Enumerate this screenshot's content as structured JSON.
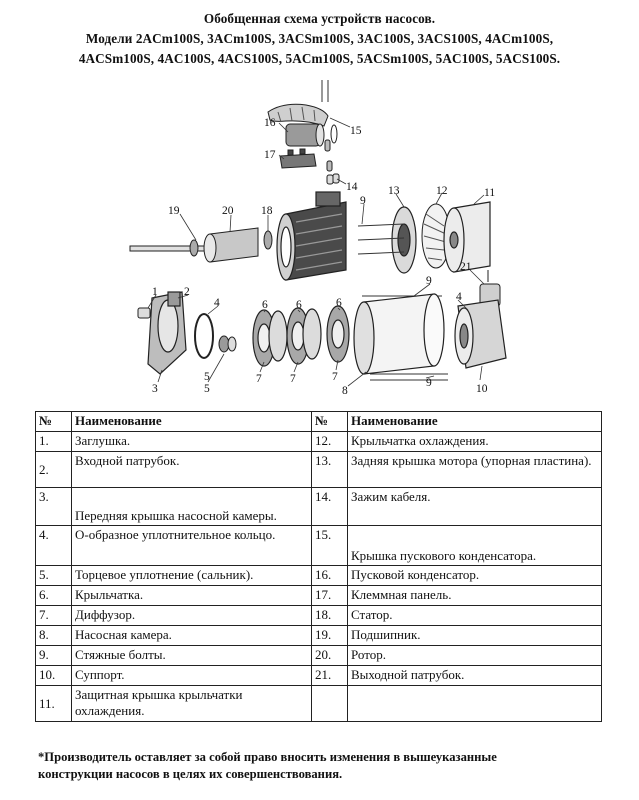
{
  "header": {
    "line1": "Обобщенная схема устройств насосов.",
    "line2": "Модели 2ACm100S, 3ACm100S, 3ACSm100S, 3AC100S, 3ACS100S, 4ACm100S,",
    "line3": "4ACSm100S, 4AC100S, 4ACS100S, 5ACm100S, 5ACSm100S, 5AC100S, 5ACS100S."
  },
  "diagram": {
    "labels": [
      "16",
      "15",
      "17",
      "14",
      "19",
      "20",
      "18",
      "13",
      "12",
      "11",
      "9",
      "21",
      "1",
      "2",
      "4",
      "6",
      "5",
      "6",
      "6",
      "9",
      "4",
      "3",
      "5",
      "7",
      "7",
      "7",
      "8",
      "9",
      "10"
    ]
  },
  "table": {
    "headers": [
      "№",
      "Наименование",
      "№",
      "Наименование"
    ],
    "rows": [
      {
        "n1": "1.",
        "name1": "Заглушка.",
        "n2": "12.",
        "name2": "Крыльчатка охлаждения."
      },
      {
        "n1": "2.",
        "name1": "Входной патрубок.",
        "n2": "13.",
        "name2": "Задняя крышка мотора (упорная пластина)."
      },
      {
        "n1": "3.",
        "name1": "Передняя крышка насосной камеры.",
        "n2": "14.",
        "name2": "Зажим кабеля."
      },
      {
        "n1": "4.",
        "name1": "О-образное уплотнительное кольцо.",
        "n2": "15.",
        "name2": "Крышка пускового конденсатора."
      },
      {
        "n1": "5.",
        "name1": "Торцевое уплотнение (сальник).",
        "n2": "16.",
        "name2": "Пусковой конденсатор."
      },
      {
        "n1": "6.",
        "name1": "Крыльчатка.",
        "n2": "17.",
        "name2": "Клеммная панель."
      },
      {
        "n1": "7.",
        "name1": "Диффузор.",
        "n2": "18.",
        "name2": "Статор."
      },
      {
        "n1": "8.",
        "name1": "Насосная камера.",
        "n2": "19.",
        "name2": "Подшипник."
      },
      {
        "n1": "9.",
        "name1": "Стяжные болты.",
        "n2": "20.",
        "name2": "Ротор."
      },
      {
        "n1": "10.",
        "name1": "Суппорт.",
        "n2": "21.",
        "name2": "Выходной патрубок."
      },
      {
        "n1": "11.",
        "name1": "Защитная крышка крыльчатки охлаждения.",
        "n2": "",
        "name2": ""
      }
    ]
  },
  "footnote": {
    "line1": "*Производитель оставляет за собой право вносить изменения в вышеуказанные",
    "line2": "конструкции насосов в целях их совершенствования."
  }
}
